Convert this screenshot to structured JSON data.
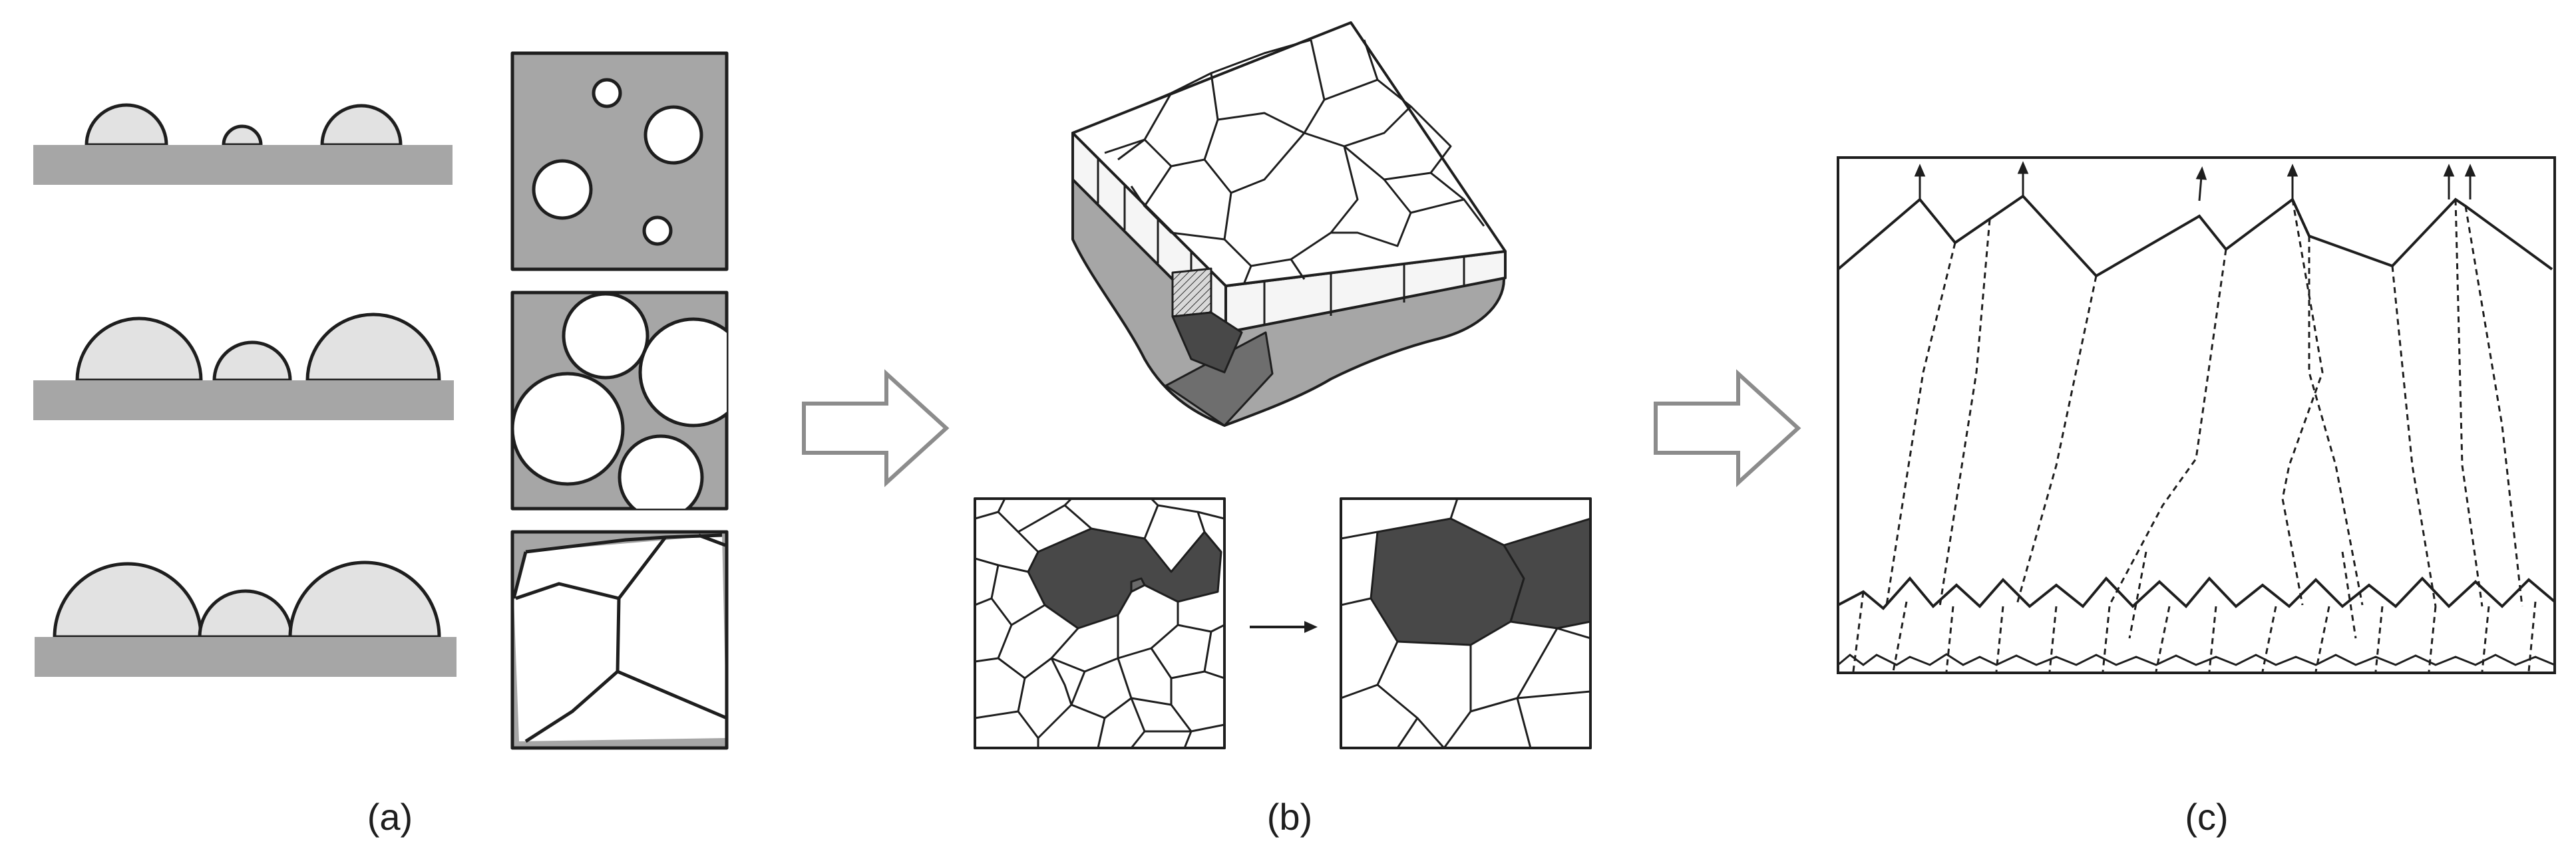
{
  "panel_labels": {
    "a": "(a)",
    "b": "(b)",
    "c": "(c)"
  },
  "colors": {
    "substrate": "#a6a6a6",
    "film": "#e2e2e2",
    "dark_grain": "#484848",
    "line": "#1e1e1e",
    "arrow_outline": "#8c8c8c"
  }
}
